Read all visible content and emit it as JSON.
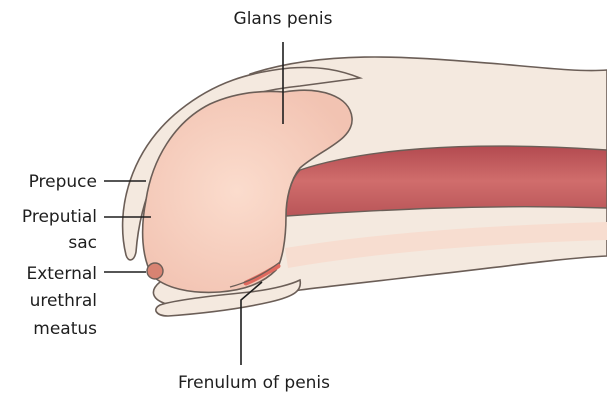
{
  "labels": {
    "glans": "Glans penis",
    "prepuce": "Prepuce",
    "sac_line1": "Preputial",
    "sac_line2": "sac",
    "meatus_line1": "External",
    "meatus_line2": "urethral",
    "meatus_line3": "meatus",
    "frenulum": "Frenulum of penis"
  },
  "colors": {
    "skin": "#f4e9df",
    "glans": "#f6cfc0",
    "corpus": "#c85a5c",
    "meatus": "#d88372",
    "outline": "#6b5e57",
    "frenulum": "#e06a5f"
  }
}
